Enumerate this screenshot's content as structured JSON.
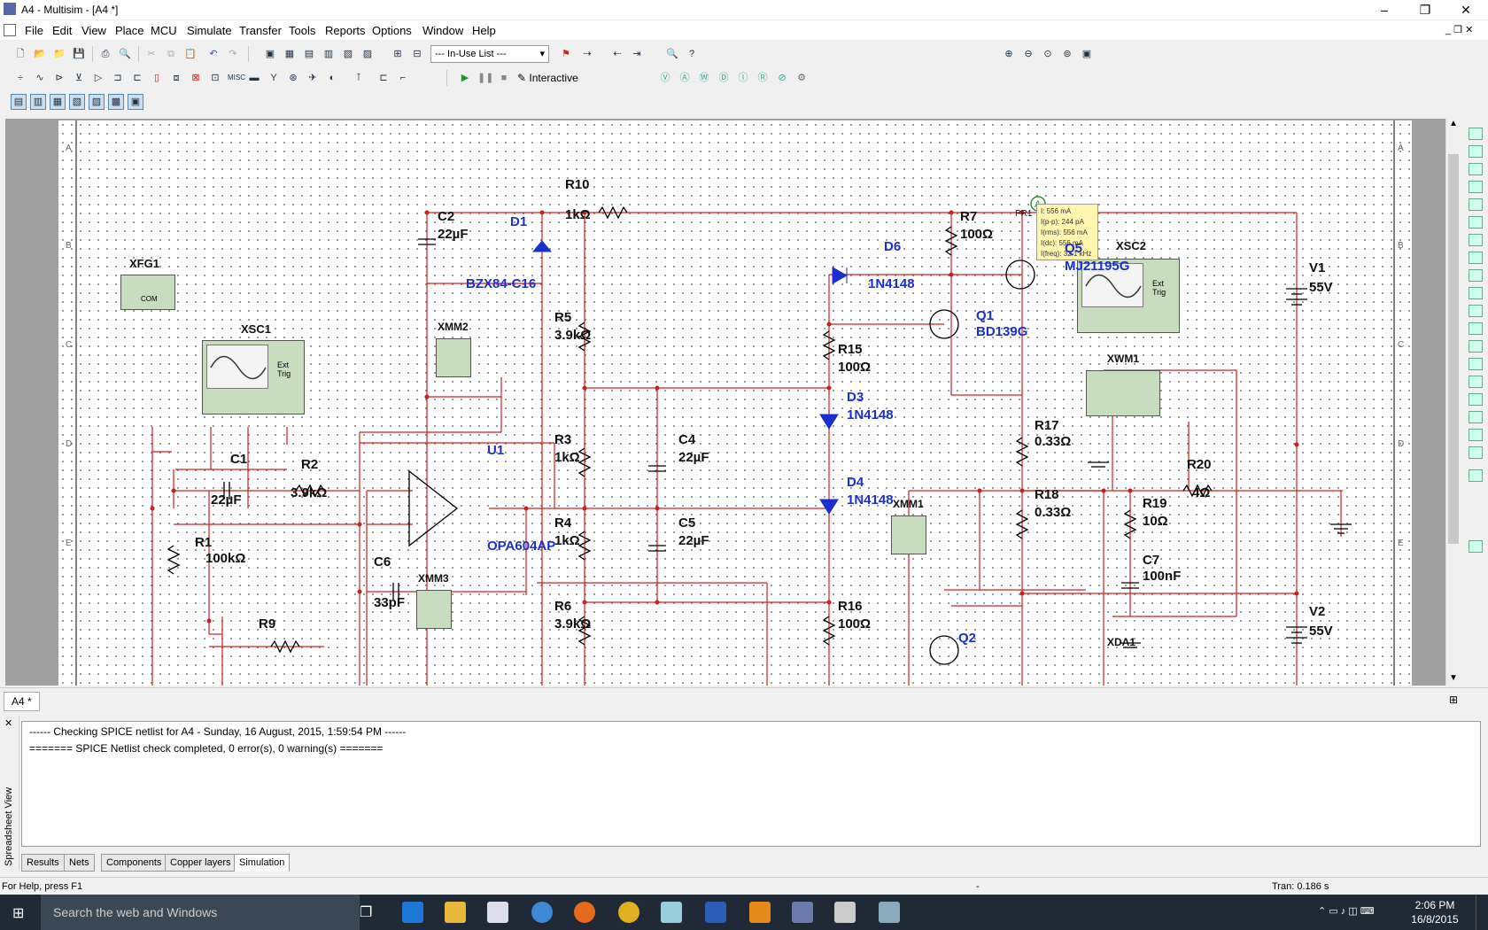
{
  "window": {
    "title": "A4 - Multisim - [A4 *]"
  },
  "menu": [
    "File",
    "Edit",
    "View",
    "Place",
    "MCU",
    "Simulate",
    "Transfer",
    "Tools",
    "Reports",
    "Options",
    "Window",
    "Help"
  ],
  "toolbar": {
    "inuse_list": "--- In-Use List ---",
    "interactive": "Interactive"
  },
  "schematic": {
    "components": {
      "xfg1": "XFG1",
      "xfg1_com": "COM",
      "xsc1": "XSC1",
      "xsc1_trig": "Ext Trig",
      "xsc2": "XSC2",
      "xsc2_trig": "Ext Trig",
      "xmm1": "XMM1",
      "xmm2": "XMM2",
      "xmm3": "XMM3",
      "xwm1": "XWM1",
      "xda1": "XDA1",
      "c1": "C1",
      "c1v": "22µF",
      "c2": "C2",
      "c2v": "22µF",
      "c4": "C4",
      "c4v": "22µF",
      "c5": "C5",
      "c5v": "22µF",
      "c6": "C6",
      "c6v": "33pF",
      "c7": "C7",
      "c7v": "100nF",
      "d1": "D1",
      "d1v": "BZX84-C16",
      "d3": "D3",
      "d3v": "1N4148",
      "d4": "D4",
      "d4v": "1N4148",
      "d6": "D6",
      "d6v": "1N4148",
      "r1": "R1",
      "r1v": "100kΩ",
      "r2": "R2",
      "r2v": "3.9kΩ",
      "r3": "R3",
      "r3v": "1kΩ",
      "r4": "R4",
      "r4v": "1kΩ",
      "r5": "R5",
      "r5v": "3.9kΩ",
      "r6": "R6",
      "r6v": "3.9kΩ",
      "r7": "R7",
      "r7v": "100Ω",
      "r9": "R9",
      "r10": "R10",
      "r10v": "1kΩ",
      "r15": "R15",
      "r15v": "100Ω",
      "r16": "R16",
      "r16v": "100Ω",
      "r17": "R17",
      "r17v": "0.33Ω",
      "r18": "R18",
      "r18v": "0.33Ω",
      "r19": "R19",
      "r19v": "10Ω",
      "r20": "R20",
      "r20v": "4Ω",
      "q1": "Q1",
      "q1v": "BD139G",
      "q2": "Q2",
      "q5": "Q5",
      "q5v": "MJ21195G",
      "u1": "U1",
      "u1v": "OPA604AP",
      "v1": "V1",
      "v1v": "55V",
      "v2": "V2",
      "v2v": "55V",
      "pr1": "PR1"
    },
    "probe": {
      "i": "I: 556 mA",
      "ipp": "I(p-p): 244 pA",
      "irms": "I(rms): 556 mA",
      "idc": "I(dc): 556 mA",
      "ifreq": "I(freq): 32.1 kHz"
    },
    "border_rows": [
      "A",
      "B",
      "C",
      "D",
      "E"
    ]
  },
  "doc_tab": "A4 *",
  "spreadsheet": {
    "title": "Spreadsheet View",
    "log": [
      "------ Checking SPICE netlist for A4 - Sunday, 16 August, 2015, 1:59:54 PM ------",
      "======= SPICE Netlist check completed, 0 error(s), 0 warning(s) ======="
    ],
    "tabs": [
      "Results",
      "Nets",
      "Components",
      "Copper layers",
      "Simulation"
    ]
  },
  "status": {
    "help": "For Help, press F1",
    "dash": "-",
    "tran": "Tran: 0.186 s"
  },
  "taskbar": {
    "search": "Search the web and Windows",
    "time": "2:06 PM",
    "date": "16/8/2015"
  }
}
